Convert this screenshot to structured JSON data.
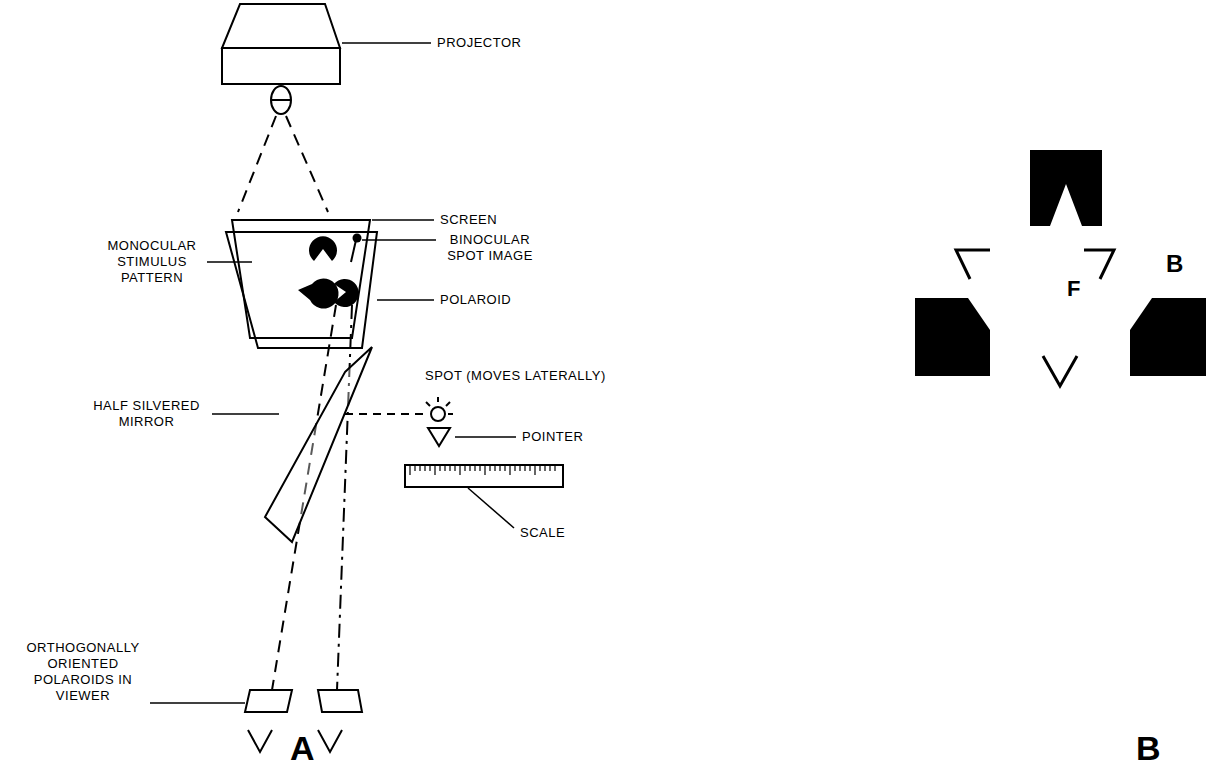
{
  "diagram": {
    "labels": [
      "PROJECTOR",
      "MONOCULAR STIMULUS PATTERN",
      "SCREEN",
      "BINOCULAR SPOT IMAGE",
      "POLAROID",
      "SPOT (MOVES LATERALLY)",
      "HALF SILVERED MIRROR",
      "POINTER",
      "SCALE",
      "ORTHOGONALLY ORIENTED POLAROIDS IN VIEWER",
      "A",
      "B",
      "F",
      "B"
    ]
  }
}
